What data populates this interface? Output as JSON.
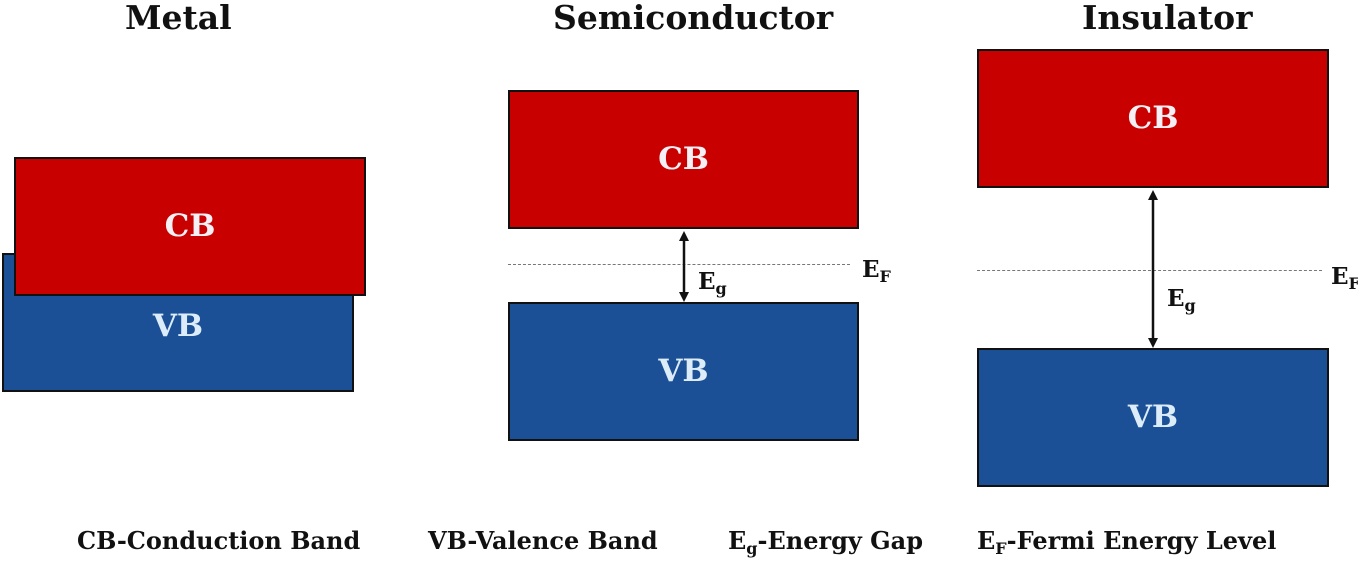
{
  "metal": {
    "title": "Metal",
    "cb_label": "CB",
    "vb_label": "VB"
  },
  "semiconductor": {
    "title": "Semiconductor",
    "cb_label": "CB",
    "vb_label": "VB",
    "gap_symbol": "E",
    "gap_sub": "g",
    "fermi_symbol": "E",
    "fermi_sub": "F"
  },
  "insulator": {
    "title": "Insulator",
    "cb_label": "CB",
    "vb_label": "VB",
    "gap_symbol": "E",
    "gap_sub": "g",
    "fermi_symbol": "E",
    "fermi_sub": "F"
  },
  "legend": {
    "cb": "CB-Conduction Band",
    "vb": "VB-Valence Band",
    "eg_symbol": "E",
    "eg_sub": "g",
    "eg_text": "-Energy Gap",
    "ef_symbol": "E",
    "ef_sub": "F",
    "ef_text": "-Fermi Energy Level"
  },
  "colors": {
    "conduction_band": "#c80000",
    "valence_band": "#1b5096",
    "fermi_line": "#777777"
  }
}
